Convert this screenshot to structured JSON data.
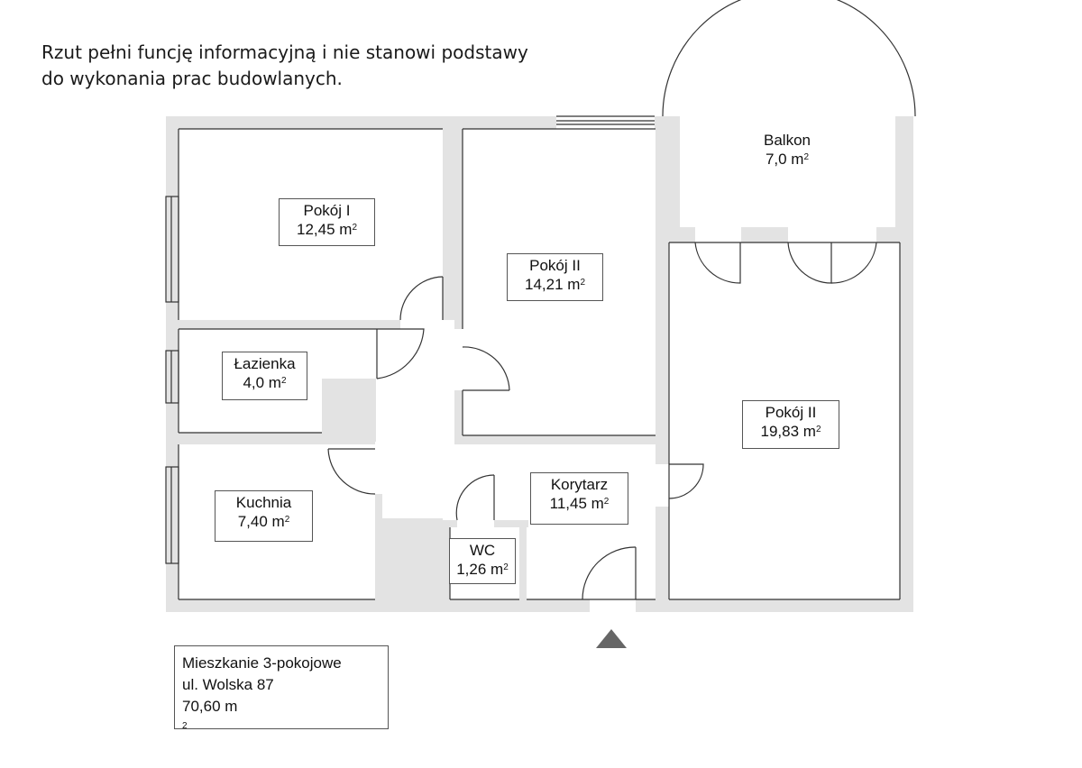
{
  "disclaimer": {
    "line1": "Rzut pełni funcję informacyjną i nie stanowi podstawy",
    "line2": "do wykonania prac budowlanych."
  },
  "rooms": {
    "balkon": {
      "name": "Balkon",
      "area": "7,0 m",
      "unit_sup": "2"
    },
    "pokoj1": {
      "name": "Pokój I",
      "area": "12,45 m",
      "unit_sup": "2"
    },
    "pokoj2": {
      "name": "Pokój II",
      "area": "14,21 m",
      "unit_sup": "2"
    },
    "pokoj3": {
      "name": "Pokój II",
      "area": "19,83 m",
      "unit_sup": "2"
    },
    "lazienka": {
      "name": "Łazienka",
      "area": "4,0 m",
      "unit_sup": "2"
    },
    "kuchnia": {
      "name": "Kuchnia",
      "area": "7,40 m",
      "unit_sup": "2"
    },
    "korytarz": {
      "name": "Korytarz",
      "area": "11,45 m",
      "unit_sup": "2"
    },
    "wc": {
      "name": "WC",
      "area": "1,26 m",
      "unit_sup": "2"
    }
  },
  "info": {
    "type": "Mieszkanie 3-pokojowe",
    "address": "ul. Wolska 87",
    "area": "70,60 m",
    "unit_sup": "2"
  },
  "icons": {
    "entrance": "entrance-arrow-icon"
  },
  "colors": {
    "wall": "#e3e3e3",
    "line": "#333333",
    "label_border": "#555555",
    "arrow": "#666666"
  }
}
